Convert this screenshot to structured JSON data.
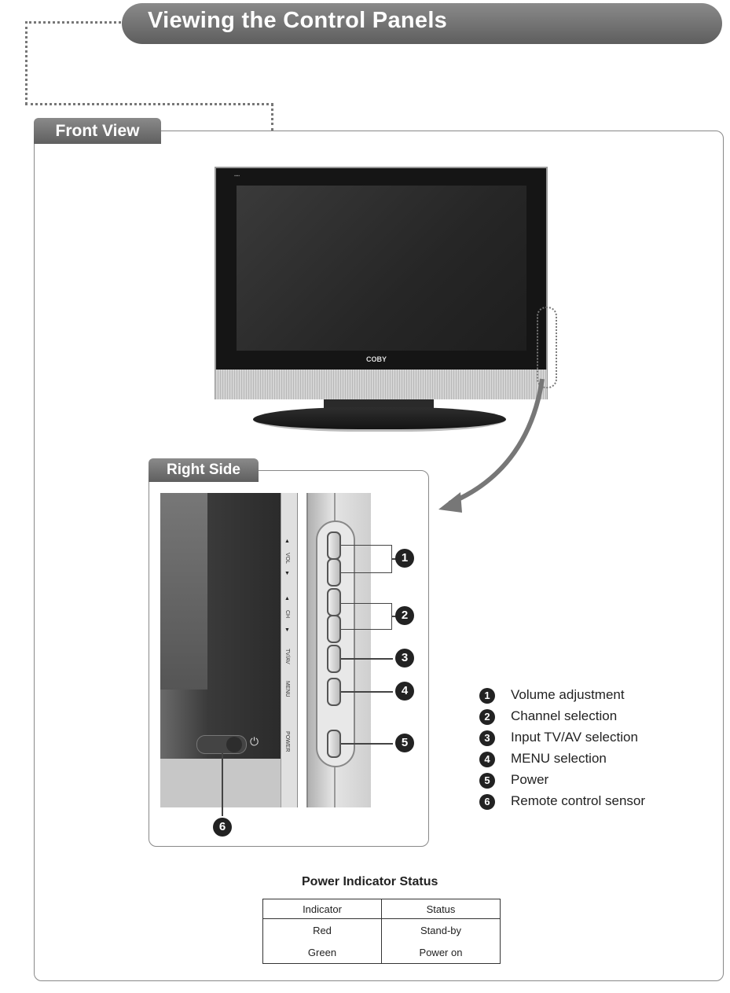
{
  "header": {
    "title": "Viewing the Control Panels"
  },
  "front_view": {
    "tab_label": "Front View",
    "tv_brand": "COBY"
  },
  "right_side": {
    "tab_label": "Right Side",
    "side_labels": [
      "VOL",
      "CH",
      "TV/AV",
      "MENU",
      "POWER"
    ],
    "callouts": [
      "1",
      "2",
      "3",
      "4",
      "5",
      "6"
    ]
  },
  "legend": [
    {
      "num": "1",
      "text": "Volume adjustment"
    },
    {
      "num": "2",
      "text": "Channel selection"
    },
    {
      "num": "3",
      "text": "Input TV/AV selection"
    },
    {
      "num": "4",
      "text": "MENU selection"
    },
    {
      "num": "5",
      "text": "Power"
    },
    {
      "num": "6",
      "text": "Remote control sensor"
    }
  ],
  "power_table": {
    "title": "Power Indicator Status",
    "headers": [
      "Indicator",
      "Status"
    ],
    "rows": [
      [
        "Red",
        "Stand-by"
      ],
      [
        "Green",
        "Power on"
      ]
    ]
  },
  "icons": [
    "power-icon",
    "arrow-up-icon",
    "arrow-down-icon"
  ]
}
